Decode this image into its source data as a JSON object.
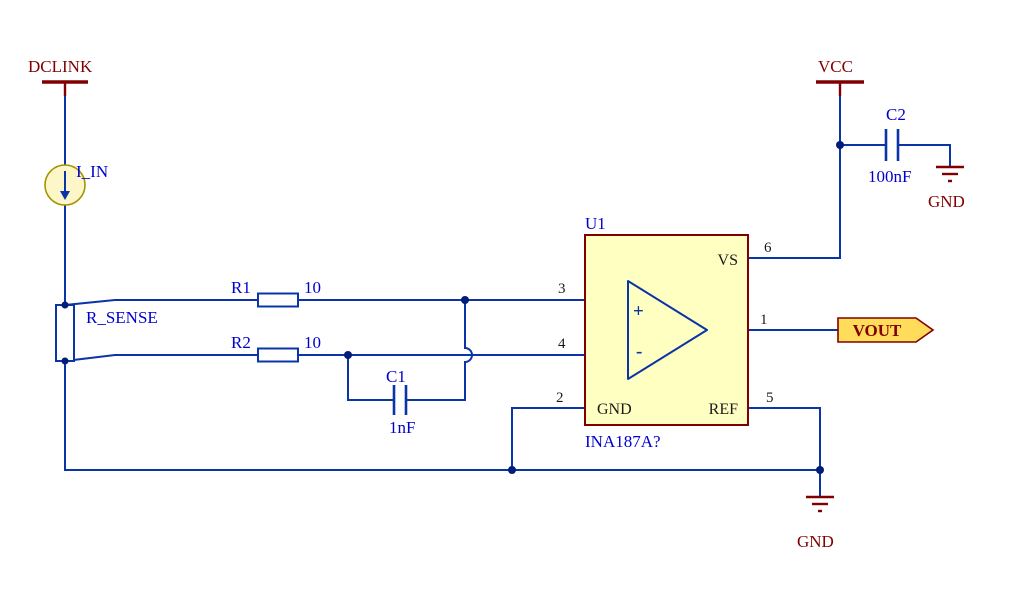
{
  "colors": {
    "background": "#FFFFFF",
    "wire": "#0A34A8",
    "junction": "#001E78",
    "component_outline": "#0A34A8",
    "blue_text": "#0000CD",
    "dark_red": "#800000",
    "pin_text": "#1A1A1A",
    "ic_fill": "#FFFFC2",
    "port_fill": "#FFDC5A",
    "source_fill": "#FCF6C8",
    "source_outline": "#A39500"
  },
  "schematic": {
    "power_ports": {
      "dclink": "DCLINK",
      "vcc": "VCC",
      "gnd_c2": "GND",
      "gnd_ref": "GND"
    },
    "net_ports": {
      "vout": "VOUT"
    },
    "components": {
      "i_in": {
        "designator": "I_IN"
      },
      "r_sense": {
        "designator": "R_SENSE"
      },
      "r1": {
        "designator": "R1",
        "value": "10"
      },
      "r2": {
        "designator": "R2",
        "value": "10"
      },
      "c1": {
        "designator": "C1",
        "value": "1nF"
      },
      "c2": {
        "designator": "C2",
        "value": "100nF"
      },
      "u1": {
        "designator": "U1",
        "value": "INA187A?",
        "pins": {
          "vs": {
            "number": "6",
            "name": "VS"
          },
          "in_plus": {
            "number": "3",
            "symbol": "+"
          },
          "in_minus": {
            "number": "4",
            "symbol": "-"
          },
          "gnd": {
            "number": "2",
            "name": "GND"
          },
          "ref": {
            "number": "5",
            "name": "REF"
          },
          "out": {
            "number": "1"
          }
        }
      }
    }
  }
}
